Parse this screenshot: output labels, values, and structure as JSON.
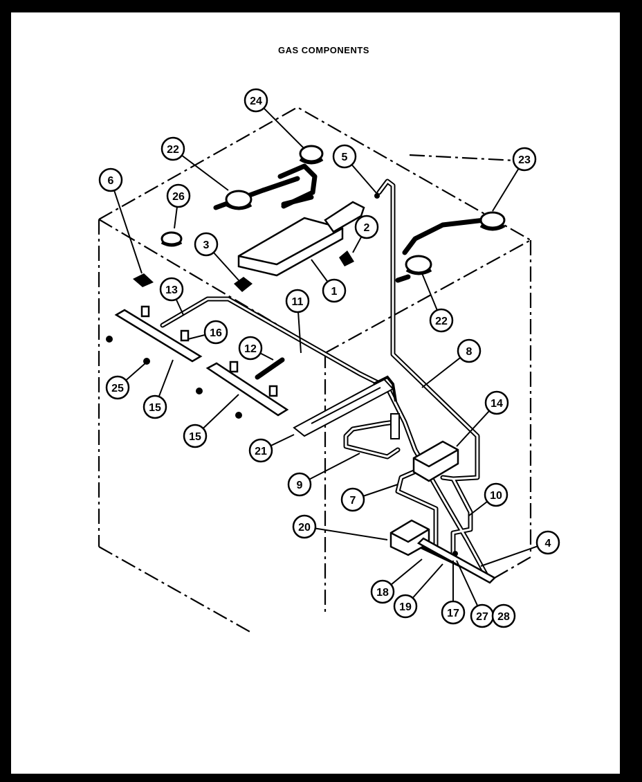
{
  "title": "GAS COMPONENTS",
  "callouts": [
    {
      "label": "24"
    },
    {
      "label": "22"
    },
    {
      "label": "26"
    },
    {
      "label": "6"
    },
    {
      "label": "5"
    },
    {
      "label": "23"
    },
    {
      "label": "2"
    },
    {
      "label": "3"
    },
    {
      "label": "1"
    },
    {
      "label": "13"
    },
    {
      "label": "11"
    },
    {
      "label": "22"
    },
    {
      "label": "16"
    },
    {
      "label": "8"
    },
    {
      "label": "12"
    },
    {
      "label": "25"
    },
    {
      "label": "15"
    },
    {
      "label": "14"
    },
    {
      "label": "15"
    },
    {
      "label": "21"
    },
    {
      "label": "9"
    },
    {
      "label": "10"
    },
    {
      "label": "7"
    },
    {
      "label": "20"
    },
    {
      "label": "4"
    },
    {
      "label": "18"
    },
    {
      "label": "19"
    },
    {
      "label": "17"
    },
    {
      "label": "27"
    },
    {
      "label": "28"
    }
  ]
}
